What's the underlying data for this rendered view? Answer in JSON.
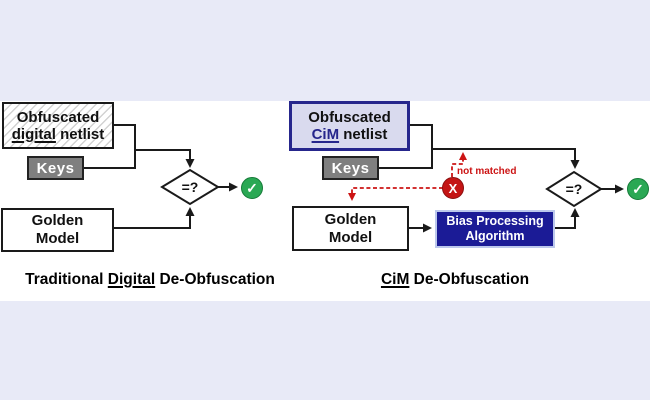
{
  "colors": {
    "band": "#e8eaf7",
    "line": "#1a1a1a",
    "navy": "#26268c",
    "navy_fill": "#d9daee",
    "bias_bg": "#1b1b96",
    "bias_border": "#bcc8ec",
    "key_gray": "#7f7f7f",
    "green": "#2aa854",
    "green_border": "#157a38",
    "red": "#cc1414",
    "red_fill": "#c41414",
    "red_dark": "#8a0e0e"
  },
  "left": {
    "netlist": {
      "line1": "Obfuscated",
      "underlined": "digital",
      "rest": " netlist"
    },
    "keys_label": "Keys",
    "golden": {
      "line1": "Golden",
      "line2": "Model"
    },
    "decision_label": "=?",
    "check_glyph": "✓",
    "caption": {
      "prefix": "Traditional ",
      "underlined": "Digital",
      "suffix": " De-Obfuscation"
    }
  },
  "right": {
    "netlist": {
      "line1": "Obfuscated",
      "underlined": "CiM",
      "rest": " netlist"
    },
    "keys_label": "Keys",
    "golden": {
      "line1": "Golden",
      "line2": "Model"
    },
    "bias": {
      "line1": "Bias Processing",
      "line2": "Algorithm"
    },
    "decision_label": "=?",
    "check_glyph": "✓",
    "cross_glyph": "X",
    "not_matched_label": "not matched",
    "caption": {
      "underlined": "CiM",
      "suffix": " De-Obfuscation"
    }
  }
}
